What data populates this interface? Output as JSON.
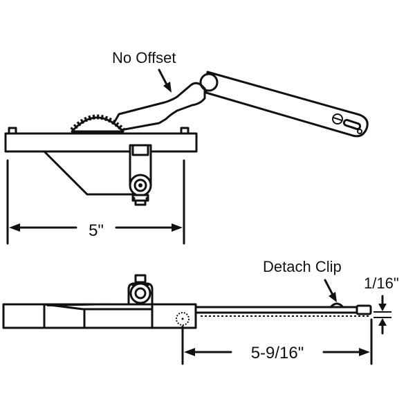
{
  "diagram": {
    "top_view": {
      "callout": "No Offset",
      "dimension": "5\""
    },
    "side_view": {
      "callout": "Detach Clip",
      "thickness_dimension": "1/16\"",
      "length_dimension": "5-9/16\""
    },
    "colors": {
      "line": "#111111",
      "background": "#ffffff"
    }
  }
}
